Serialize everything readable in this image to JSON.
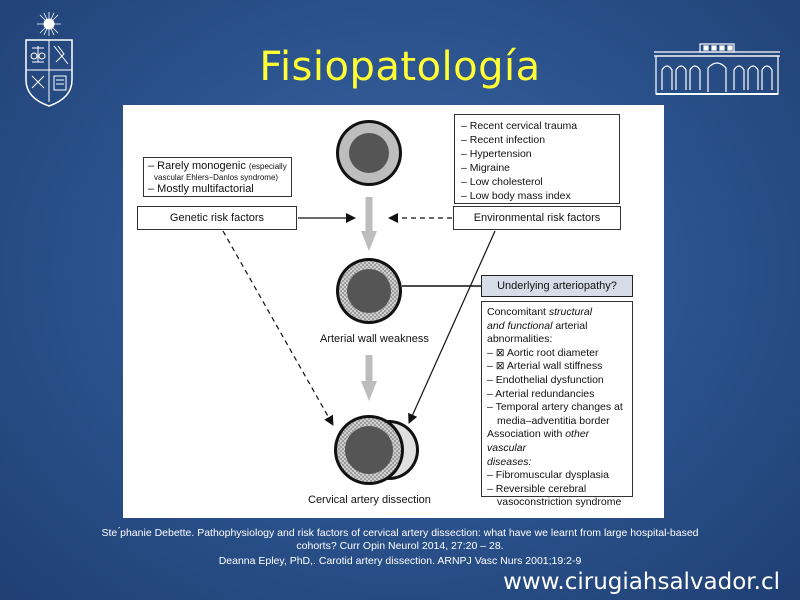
{
  "slide": {
    "title": "Fisiopatología",
    "website": "www.cirugiahsalvador.cl"
  },
  "diagram": {
    "genetic_causes": {
      "line1": "– Rarely monogenic",
      "line1_small": "(especially",
      "line2_small": "vascular Ehlers–Danlos syndrome)",
      "line3": "– Mostly multifactorial"
    },
    "genetic_label": "Genetic risk factors",
    "environmental_causes": [
      "– Recent cervical trauma",
      "– Recent infection",
      "– Hypertension",
      "– Migraine",
      "– Low cholesterol",
      "– Low body mass index"
    ],
    "environmental_label": "Environmental risk factors",
    "arteriopathy_label": "Underlying arteriopathy?",
    "abnormalities": {
      "intro_1": "Concomitant",
      "intro_1_italic": "structural",
      "intro_2_pre": "and",
      "intro_2_italic": "functional",
      "intro_2_post": "arterial",
      "intro_3": "abnormalities:",
      "items": [
        "– ⊠ Aortic root diameter",
        "– ⊠ Arterial wall stiffness",
        "– Endothelial dysfunction",
        "– Arterial redundancies",
        "– Temporal artery changes at"
      ],
      "item_continuation": "media–adventitia border",
      "association_pre": "Association with",
      "association_italic": "other vascular",
      "association_italic_2": "diseases:",
      "diseases": [
        "– Fibromuscular dysplasia",
        "– Reversible cerebral"
      ],
      "disease_continuation": "vasoconstriction syndrome"
    },
    "caption_weakness": "Arterial wall weakness",
    "caption_dissection": "Cervical artery dissection"
  },
  "references": {
    "ref1_line1": "Ste ́phanie Debette. Pathophysiology and risk factors of cervical artery dissection: what have we learnt from large hospital-based",
    "ref1_line2": "cohorts?  Curr Opin Neurol 2014, 27:20 – 28.",
    "ref2": "Deanna Epley, PhD,. Carotid artery dissection.  ARNPJ Vasc Nurs 2001;19:2-9"
  },
  "colors": {
    "title": "#ffff33",
    "background": "#2d5590",
    "arteriopathy_fill": "#d6dce8"
  }
}
